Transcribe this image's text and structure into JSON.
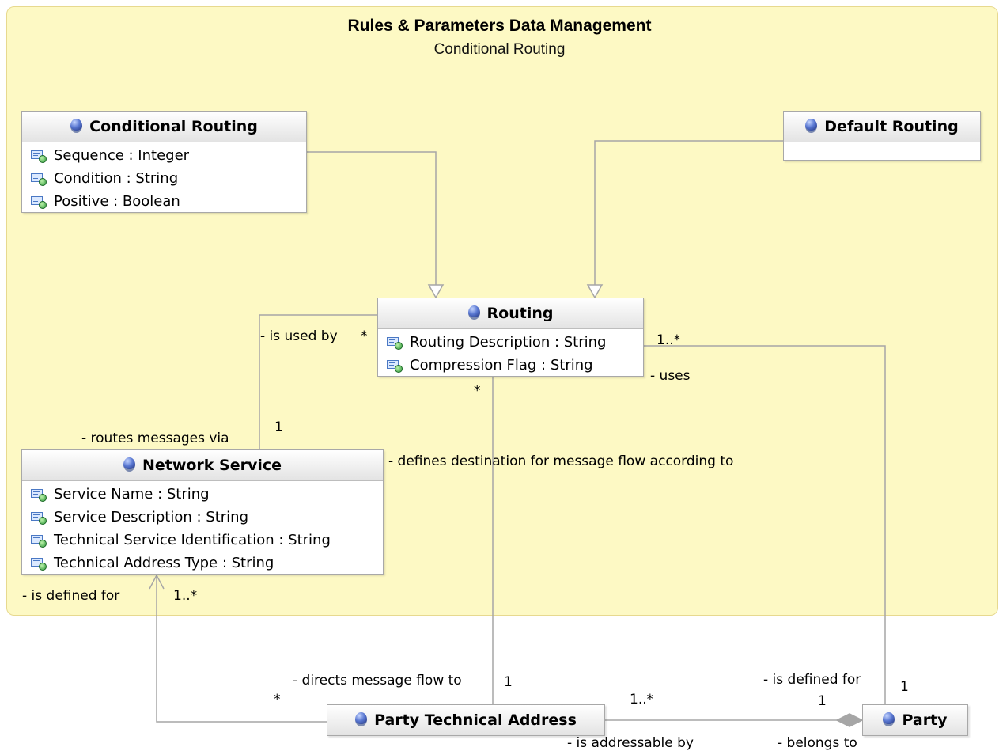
{
  "package": {
    "title": "Rules & Parameters Data Management",
    "subtitle": "Conditional Routing"
  },
  "classes": {
    "conditional_routing": {
      "name": "Conditional Routing",
      "attributes": [
        "Sequence : Integer",
        "Condition : String",
        "Positive : Boolean"
      ]
    },
    "default_routing": {
      "name": "Default Routing",
      "attributes": []
    },
    "routing": {
      "name": "Routing",
      "attributes": [
        "Routing Description : String",
        "Compression Flag : String"
      ]
    },
    "network_service": {
      "name": "Network Service",
      "attributes": [
        "Service Name : String",
        "Service Description : String",
        "Technical Service Identification : String",
        "Technical Address Type : String"
      ]
    },
    "party_technical_address": {
      "name": "Party Technical Address",
      "attributes": []
    },
    "party": {
      "name": "Party",
      "attributes": []
    }
  },
  "labels": {
    "is_used_by": "- is used by",
    "is_used_by_mult": "*",
    "routes_messages_via": "- routes messages via",
    "routes_messages_via_mult": "1",
    "routing_party_mult": "1..*",
    "uses": "- uses",
    "routing_pta_mult": "*",
    "defines_destination": "- defines destination for message flow according to",
    "is_defined_for_ns": "- is defined for",
    "ns_mult": "1..*",
    "directs_message_flow_to": "- directs message flow to",
    "directs_mult": "1",
    "pta_ns_mult": "*",
    "pta_party_mult": "1..*",
    "is_addressable_by": "- is addressable by",
    "is_defined_for_party": "- is defined for",
    "party_mult_1": "1",
    "party_mult_2": "1",
    "belongs_to": "- belongs to"
  },
  "colors": {
    "package_fill": "#fdf9c4",
    "edge": "#a6a6a6"
  }
}
